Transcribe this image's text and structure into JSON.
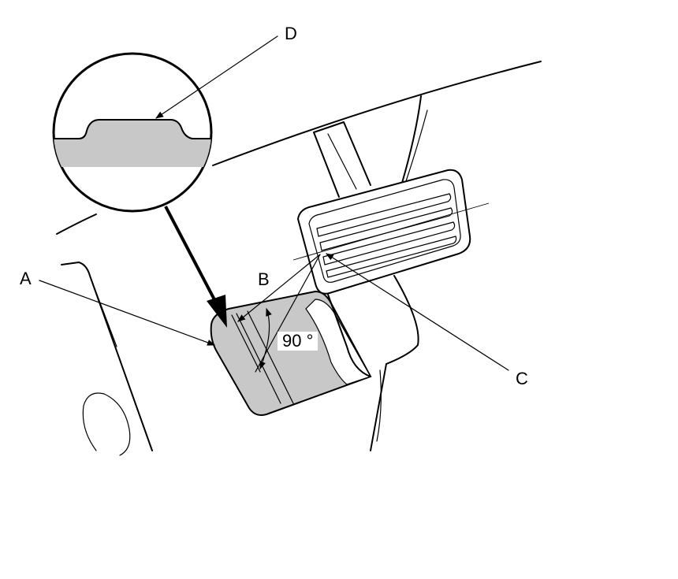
{
  "labels": {
    "a": "A",
    "b": "B",
    "c": "C",
    "d": "D",
    "angle": "90 °"
  },
  "colors": {
    "line": "#000000",
    "fill_gray": "#c8c8c8",
    "background": "#ffffff"
  }
}
